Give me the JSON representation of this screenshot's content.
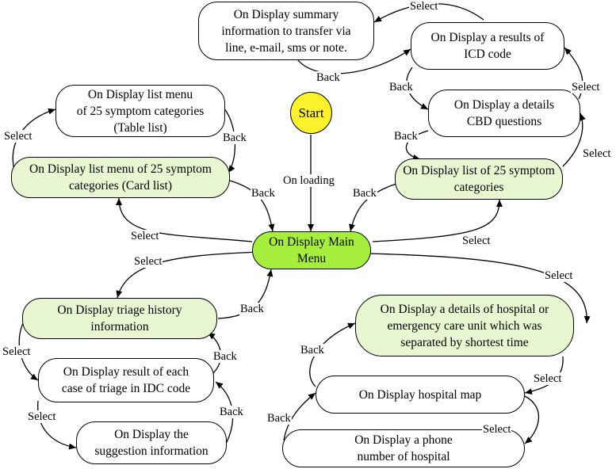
{
  "start": "Start",
  "nodes": {
    "summary": "On Display summary\ninformation to transfer via\nline, e-mail, sms or note.",
    "icd_results": "On Display a results of\nICD code",
    "cbd_questions": "On Display a details\nCBD questions",
    "list_25_right": "On Display list of 25 symptom\ncategories",
    "table_list": "On Display list menu\nof 25 symptom categories\n(Table list)",
    "card_list": "On Display list menu of 25 symptom\ncategories  (Card list)",
    "main_menu": "On Display Main\nMenu",
    "triage_history": "On Display triage history\ninformation",
    "triage_result": "On Display result of each\ncase of triage in IDC code",
    "suggestion": "On Display the\nsuggestion information",
    "hospital_details": "On Display a details of hospital or\nemergency care unit which was\nseparated by shortest time",
    "hospital_map": "On Display hospital map",
    "phone": "On Display a  phone\nnumber of hospital"
  },
  "labels": {
    "on_loading": "On loading",
    "select": "Select",
    "back": "Back"
  },
  "colors": {
    "main_menu": "#a6ee3c",
    "light_green": "#e8f6d2",
    "start": "#fbf22c",
    "stroke": "#000000"
  }
}
